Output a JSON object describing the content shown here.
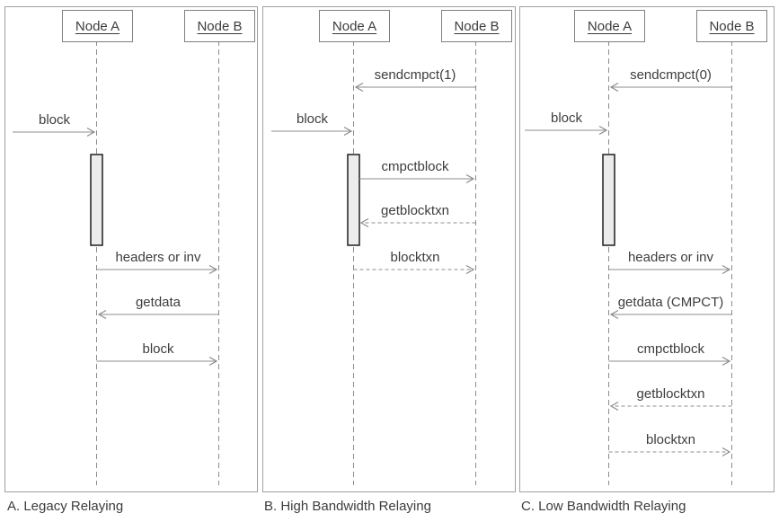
{
  "colors": {
    "panel_border": "#a0a0a0",
    "box_border": "#808080",
    "line": "#8c8c8c",
    "text": "#3d3d3d",
    "activation_fill": "#ececec",
    "activation_border": "#1f1f1f"
  },
  "panels": [
    {
      "caption": "A. Legacy Relaying",
      "actors": [
        {
          "name": "Node A"
        },
        {
          "name": "Node B"
        }
      ],
      "messages": [
        {
          "label": "block",
          "from": "external",
          "to": "Node A",
          "line": "solid"
        },
        {
          "label": "headers or inv",
          "from": "Node A",
          "to": "Node B",
          "line": "solid"
        },
        {
          "label": "getdata",
          "from": "Node B",
          "to": "Node A",
          "line": "solid"
        },
        {
          "label": "block",
          "from": "Node A",
          "to": "Node B",
          "line": "solid"
        }
      ]
    },
    {
      "caption": "B. High Bandwidth Relaying",
      "actors": [
        {
          "name": "Node A"
        },
        {
          "name": "Node B"
        }
      ],
      "messages": [
        {
          "label": "sendcmpct(1)",
          "from": "Node B",
          "to": "Node A",
          "line": "solid"
        },
        {
          "label": "block",
          "from": "external",
          "to": "Node A",
          "line": "solid"
        },
        {
          "label": "cmpctblock",
          "from": "Node A",
          "to": "Node B",
          "line": "solid"
        },
        {
          "label": "getblocktxn",
          "from": "Node B",
          "to": "Node A",
          "line": "dashed"
        },
        {
          "label": "blocktxn",
          "from": "Node A",
          "to": "Node B",
          "line": "dashed"
        }
      ]
    },
    {
      "caption": "C. Low Bandwidth Relaying",
      "actors": [
        {
          "name": "Node A"
        },
        {
          "name": "Node B"
        }
      ],
      "messages": [
        {
          "label": "sendcmpct(0)",
          "from": "Node B",
          "to": "Node A",
          "line": "solid"
        },
        {
          "label": "block",
          "from": "external",
          "to": "Node A",
          "line": "solid"
        },
        {
          "label": "headers or inv",
          "from": "Node A",
          "to": "Node B",
          "line": "solid"
        },
        {
          "label": "getdata (CMPCT)",
          "from": "Node B",
          "to": "Node A",
          "line": "solid"
        },
        {
          "label": "cmpctblock",
          "from": "Node A",
          "to": "Node B",
          "line": "solid"
        },
        {
          "label": "getblocktxn",
          "from": "Node B",
          "to": "Node A",
          "line": "dashed"
        },
        {
          "label": "blocktxn",
          "from": "Node A",
          "to": "Node B",
          "line": "dashed"
        }
      ]
    }
  ]
}
